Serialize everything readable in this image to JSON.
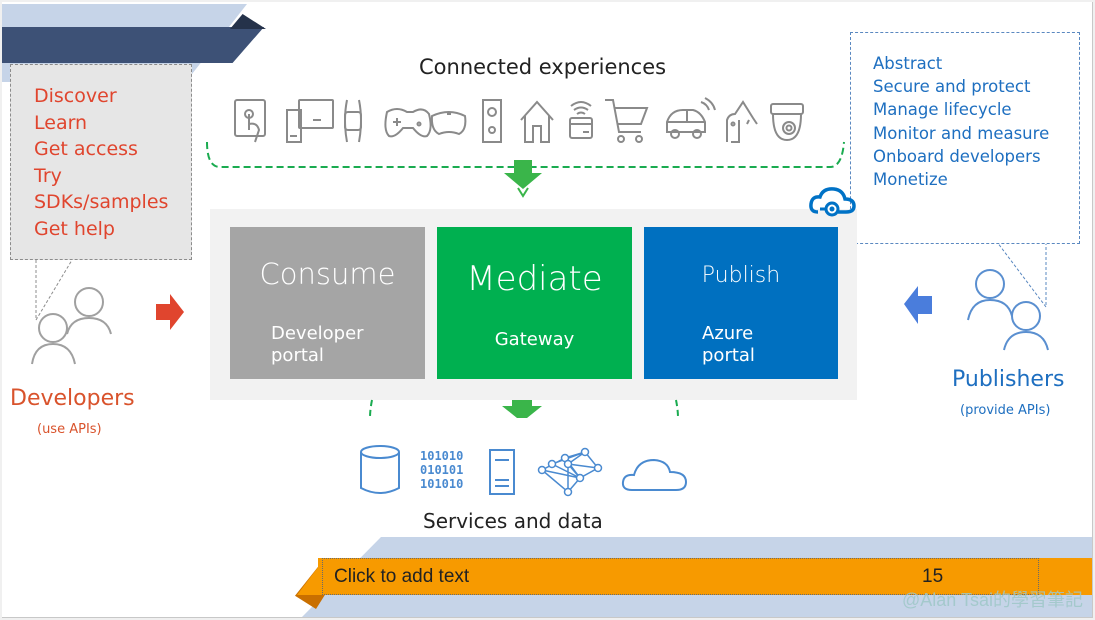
{
  "top_banner": {
    "colors": {
      "light": "#c6d4e8",
      "dark": "#3d5176"
    }
  },
  "developer_tasks": [
    "Discover",
    "Learn",
    "Get access",
    "Try",
    "SDKs/samples",
    "Get help"
  ],
  "connected_experiences": {
    "title": "Connected experiences",
    "icons": [
      "touch-screen-icon",
      "tablet-phone-icon",
      "wearable-band-icon",
      "gamepad-icon",
      "vr-headset-icon",
      "speaker-icon",
      "home-icon",
      "wifi-device-icon",
      "shopping-cart-icon",
      "connected-car-icon",
      "robot-arm-icon",
      "security-camera-icon"
    ]
  },
  "publisher_tasks": [
    "Abstract",
    "Secure and protect",
    "Manage lifecycle",
    "Monitor and measure",
    "Onboard developers",
    "Monetize"
  ],
  "platform": {
    "tiles": [
      {
        "title": "Consume",
        "subtitle_lines": [
          "Developer",
          "portal"
        ],
        "color": "#a5a5a5"
      },
      {
        "title": "Mediate",
        "subtitle_lines": [
          "Gateway"
        ],
        "color": "#00b050"
      },
      {
        "title": "Publish",
        "subtitle_lines": [
          "Azure",
          "portal"
        ],
        "color": "#0070c0"
      }
    ]
  },
  "developers": {
    "label": "Developers",
    "sublabel": "(use APIs)",
    "color": "#d9532c"
  },
  "publishers": {
    "label": "Publishers",
    "sublabel": "(provide APIs)",
    "color": "#1e6fc0"
  },
  "services": {
    "title": "Services and data",
    "icons": [
      "database-icon",
      "binary-data-icon",
      "server-icon",
      "network-graph-icon",
      "cloud-icon"
    ],
    "binary_rows": [
      "101010",
      "010101",
      "101010"
    ]
  },
  "footer": {
    "placeholder": "Click to add text",
    "page_number": "15",
    "watermark": "@Alan Tsai的學習筆記",
    "color": "#f79a00"
  }
}
